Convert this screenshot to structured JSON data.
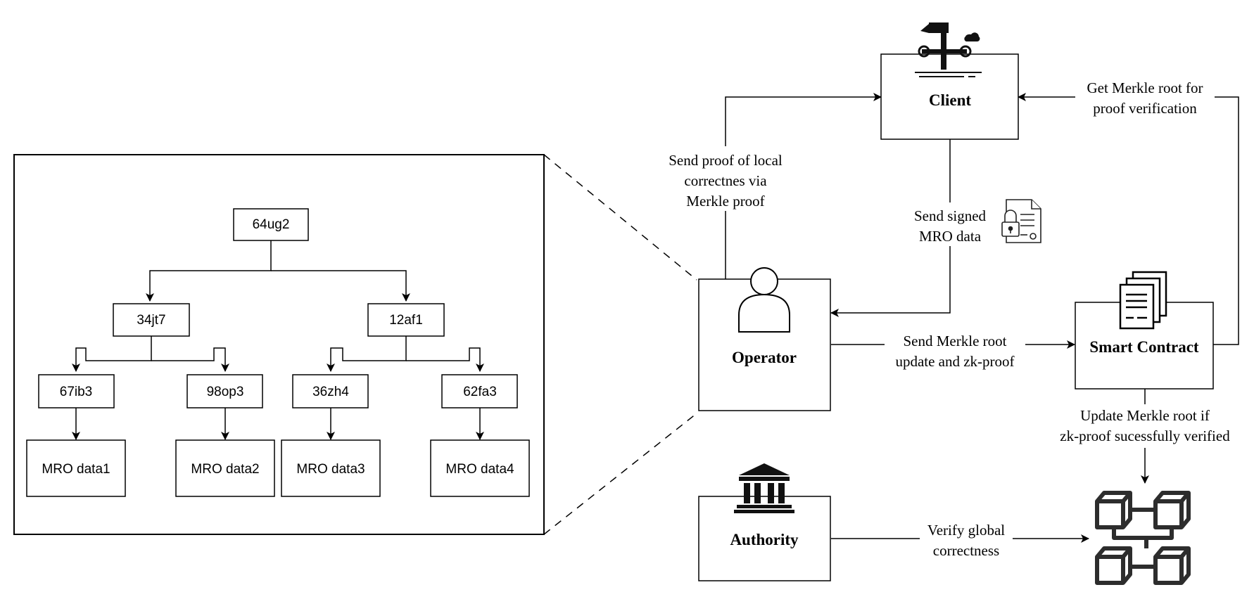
{
  "merkle_tree": {
    "root": "64ug2",
    "level1": [
      "34jt7",
      "12af1"
    ],
    "level2": [
      "67ib3",
      "98op3",
      "36zh4",
      "62fa3"
    ],
    "leaves": [
      "MRO data1",
      "MRO data2",
      "MRO data3",
      "MRO data4"
    ]
  },
  "nodes": {
    "client": "Client",
    "operator": "Operator",
    "smart_contract": "Smart Contract",
    "authority": "Authority"
  },
  "edges": {
    "operator_to_client": [
      "Send proof of local",
      "correctnes via",
      "Merkle proof"
    ],
    "client_to_operator": [
      "Send signed",
      "MRO data"
    ],
    "contract_to_client": [
      "Get Merkle root for",
      "proof verification"
    ],
    "operator_to_contract": [
      "Send Merkle root",
      "update and zk-proof"
    ],
    "contract_to_chain": [
      "Update Merkle root if",
      "zk-proof sucessfully verified"
    ],
    "authority_to_chain": [
      "Verify global",
      "correctness"
    ]
  },
  "icons": {
    "client": "tools-icon",
    "operator": "person-icon",
    "smart_contract": "documents-icon",
    "authority": "bank-building-icon",
    "signed_data": "signed-certificate-icon",
    "blockchain": "blockchain-icon"
  },
  "colors": {
    "stroke": "#000000",
    "icon": "#111111",
    "blockchain": "#2d2d2d"
  }
}
